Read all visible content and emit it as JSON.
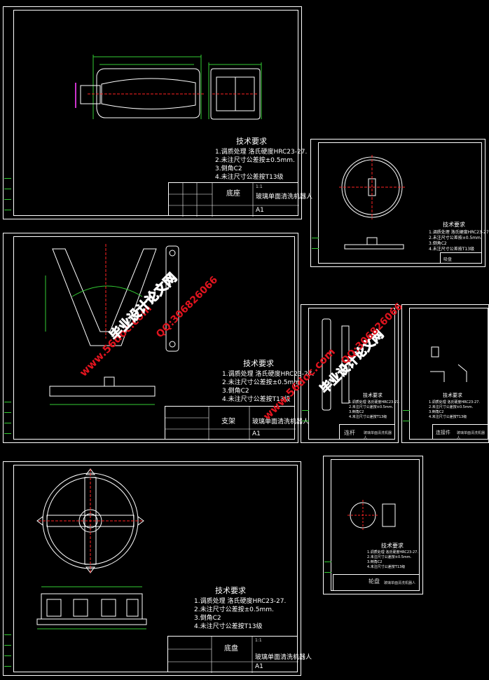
{
  "technical_requirements": {
    "heading": "技术要求",
    "items": [
      "1.调质处理  洛氏硬度HRC23-27.",
      "2.未注尺寸公差按±0.5mm.",
      "3.倒角C2",
      "4.未注尺寸公差按T13级"
    ]
  },
  "sheets": [
    {
      "part_name": "底座",
      "project": "玻璃单面清洗机器人",
      "size": "A1",
      "scale": "1:1"
    },
    {
      "part_name": "吸盘",
      "project": "",
      "size": "",
      "scale": ""
    },
    {
      "part_name": "支架",
      "project": "玻璃单面清洗机器人",
      "size": "A1",
      "scale": ""
    },
    {
      "part_name": "连杆",
      "project": "玻璃单面清洗机器人",
      "size": "",
      "scale": ""
    },
    {
      "part_name": "连接件",
      "project": "玻璃单面清洗机器人",
      "size": "",
      "scale": ""
    },
    {
      "part_name": "底盘",
      "project": "玻璃单面清洗机器人",
      "size": "A1",
      "scale": "1:1"
    },
    {
      "part_name": "轮盘",
      "project": "玻璃单面清洗机器人",
      "size": "",
      "scale": ""
    }
  ],
  "watermark": {
    "site": "www.56doc.com",
    "qq": "QQ:306826066",
    "brand": "毕业设计论文网"
  },
  "colors": {
    "background": "#000000",
    "line": "#ffffff",
    "dimension": "#33cc33",
    "centerline": "#ff2222",
    "watermark": "#e0141e"
  }
}
